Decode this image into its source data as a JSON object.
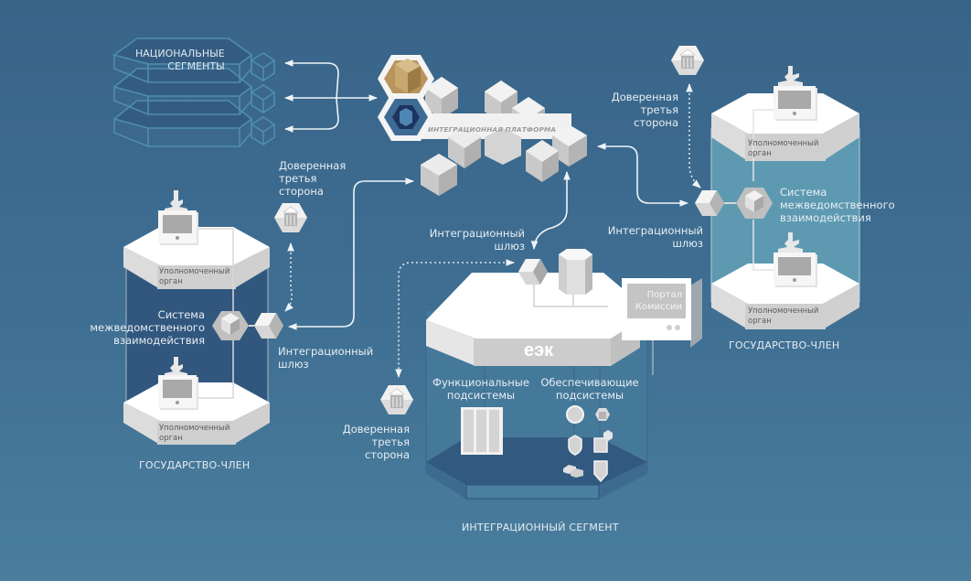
{
  "national_segments": {
    "label_line1": "НАЦИОНАЛЬНЫЕ",
    "label_line2": "СЕГМЕНТЫ",
    "layers": 3
  },
  "integration_platform": {
    "label": "ИНТЕГРАЦИОННАЯ ПЛАТФОРМА"
  },
  "left_state": {
    "caption": "ГОСУДАРСТВО-ЧЛЕН",
    "top_authority": {
      "line1": "Уполномоченный",
      "line2": "орган"
    },
    "bottom_authority": {
      "line1": "Уполномоченный",
      "line2": "орган"
    },
    "system": {
      "line1": "Система",
      "line2": "межведомственного",
      "line3": "взаимодействия"
    },
    "gateway": {
      "line1": "Интеграционный",
      "line2": "шлюз"
    },
    "trusted_party": {
      "line1": "Доверенная",
      "line2": "третья",
      "line3": "сторона"
    }
  },
  "right_state": {
    "caption": "ГОСУДАРСТВО-ЧЛЕН",
    "top_authority": {
      "line1": "Уполномоченный",
      "line2": "орган"
    },
    "bottom_authority": {
      "line1": "Уполномоченный",
      "line2": "орган"
    },
    "system": {
      "line1": "Система",
      "line2": "межведомственного",
      "line3": "взаимодействия"
    },
    "gateway": {
      "line1": "Интеграционный",
      "line2": "шлюз"
    },
    "trusted_party": {
      "line1": "Доверенная",
      "line2": "третья",
      "line3": "сторона"
    }
  },
  "integration_segment": {
    "caption": "ИНТЕГРАЦИОННЫЙ СЕГМЕНТ",
    "platform_label": "еэк",
    "gateway": {
      "line1": "Интеграционный",
      "line2": "шлюз"
    },
    "portal": {
      "line1": "Портал",
      "line2": "Комиссии"
    },
    "functional": {
      "line1": "Функциональные",
      "line2": "подсистемы"
    },
    "supporting": {
      "line1": "Обеспечивающие",
      "line2": "подсистемы"
    },
    "trusted_party": {
      "line1": "Доверенная",
      "line2": "третья",
      "line3": "сторона"
    }
  },
  "colors": {
    "background": "#386488",
    "state_glass_left": "#31577f",
    "state_glass_right": "#5d9ab1",
    "platform_gold": "#b8955c",
    "platform_navy": "#1d3360",
    "arrow": "#eef3f7"
  }
}
